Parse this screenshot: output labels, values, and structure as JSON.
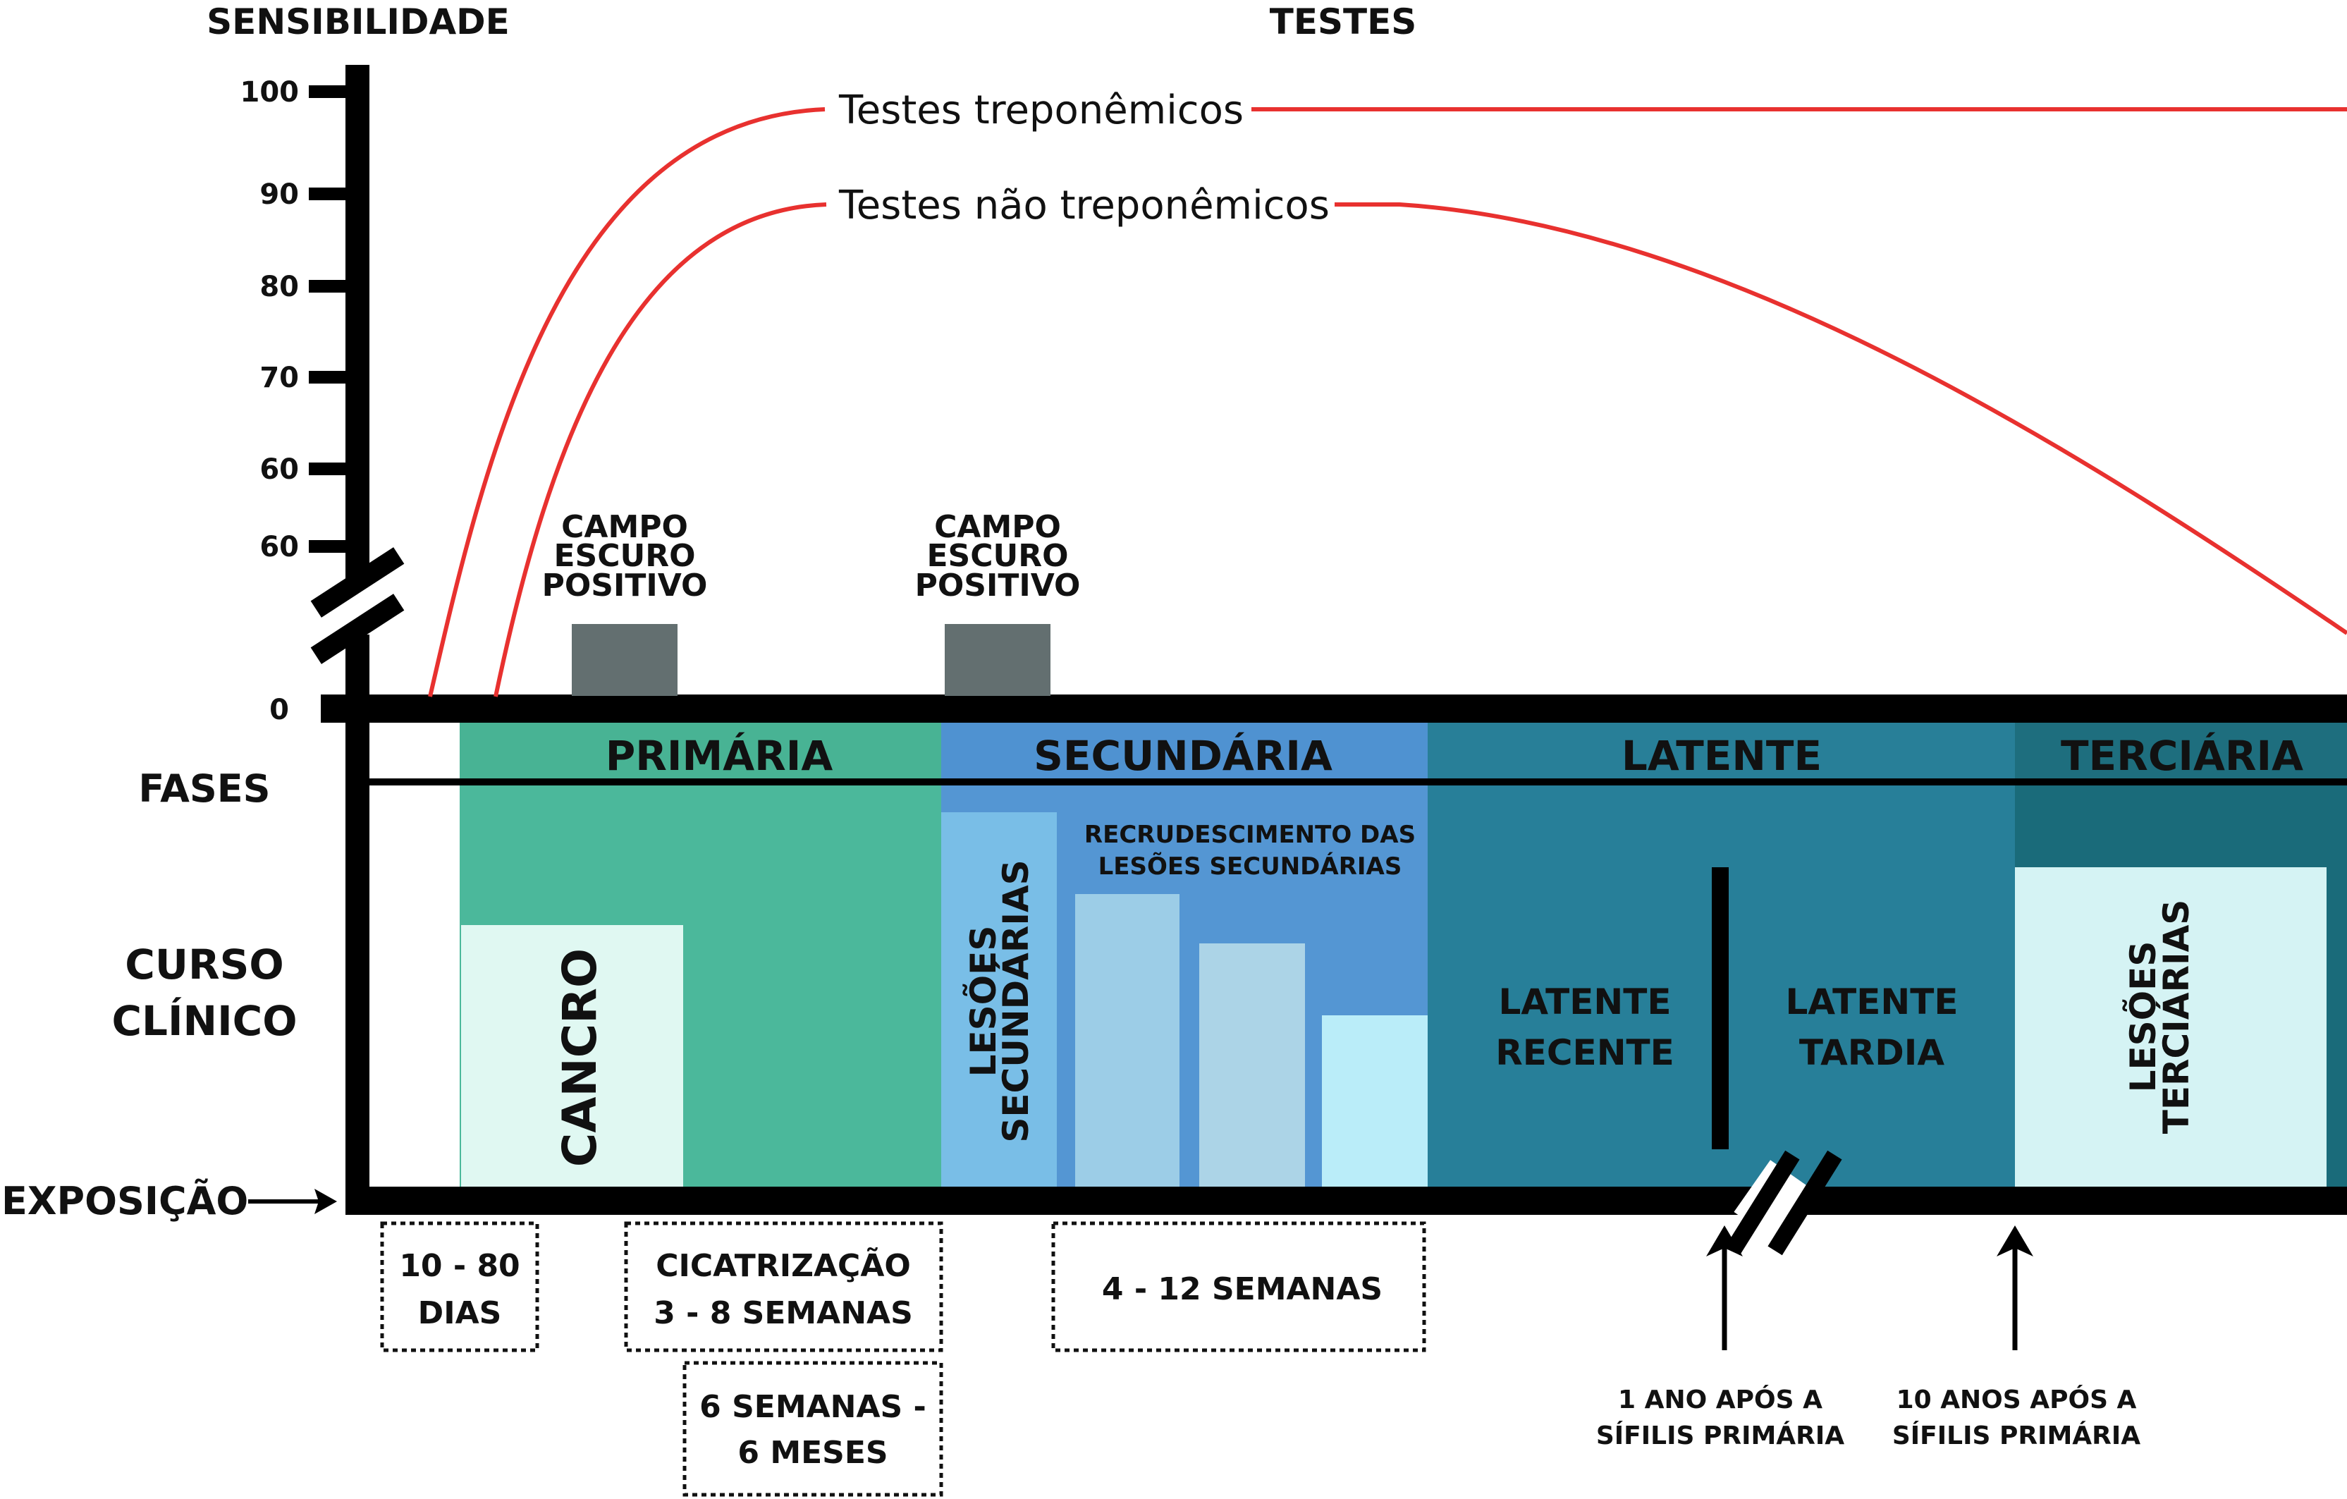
{
  "header": {
    "y_axis_title": "SENSIBILIDADE",
    "top_title": "TESTES"
  },
  "y_ticks": [
    "100",
    "90",
    "80",
    "70",
    "60",
    "60"
  ],
  "zero_label": "0",
  "curves": {
    "treponemic": "Testes treponêmicos",
    "non_treponemic": "Testes não treponêmicos"
  },
  "dark_field": {
    "first": [
      "CAMPO",
      "ESCURO",
      "POSITIVO"
    ],
    "second": [
      "CAMPO",
      "ESCURO",
      "POSITIVO"
    ]
  },
  "row_labels": {
    "fases": "FASES",
    "curso": [
      "CURSO",
      "CLÍNICO"
    ],
    "exposicao": "EXPOSIÇÃO"
  },
  "phases": {
    "primaria": "PRIMÁRIA",
    "secundaria": "SECUNDÁRIA",
    "latente": "LATENTE",
    "terciaria": "TERCIÁRIA"
  },
  "clinical": {
    "cancro": "CANCRO",
    "lesoes_secundarias": [
      "LESÕES",
      "SECUNDÁRIAS"
    ],
    "recrudescimento": [
      "RECRUDESCIMENTO DAS",
      "LESÕES SECUNDÁRIAS"
    ],
    "latente_recente": [
      "LATENTE",
      "RECENTE"
    ],
    "latente_tardia": [
      "LATENTE",
      "TARDIA"
    ],
    "lesoes_terciarias": [
      "LESÕES",
      "TERCIÁRIAS"
    ]
  },
  "durations": {
    "box1": [
      "10 - 80",
      "DIAS"
    ],
    "box2": [
      "CICATRIZAÇÃO",
      "3 - 8 SEMANAS"
    ],
    "box3": [
      "6 SEMANAS -",
      "6 MESES"
    ],
    "box4": "4 - 12 SEMANAS"
  },
  "markers": {
    "one_year": [
      "1 ANO APÓS A",
      "SÍFILIS PRIMÁRIA"
    ],
    "ten_years": [
      "10 ANOS APÓS A",
      "SÍFILIS PRIMÁRIA"
    ]
  },
  "colors": {
    "curve": "#e8312f",
    "primaria_header": "#48b394",
    "primaria_body": "#4bb89b",
    "cancro": "#e0f8f2",
    "secundaria_header": "#4f92d1",
    "secundaria_body": "#5496d3",
    "lesoes_sec": "#79bee7",
    "latente": "#277f99",
    "terciaria_header": "#1e6e7e",
    "terciaria_top": "#1a6b7a",
    "lesoes_terc": "#d5f3f4",
    "field_box": "#636f70"
  }
}
